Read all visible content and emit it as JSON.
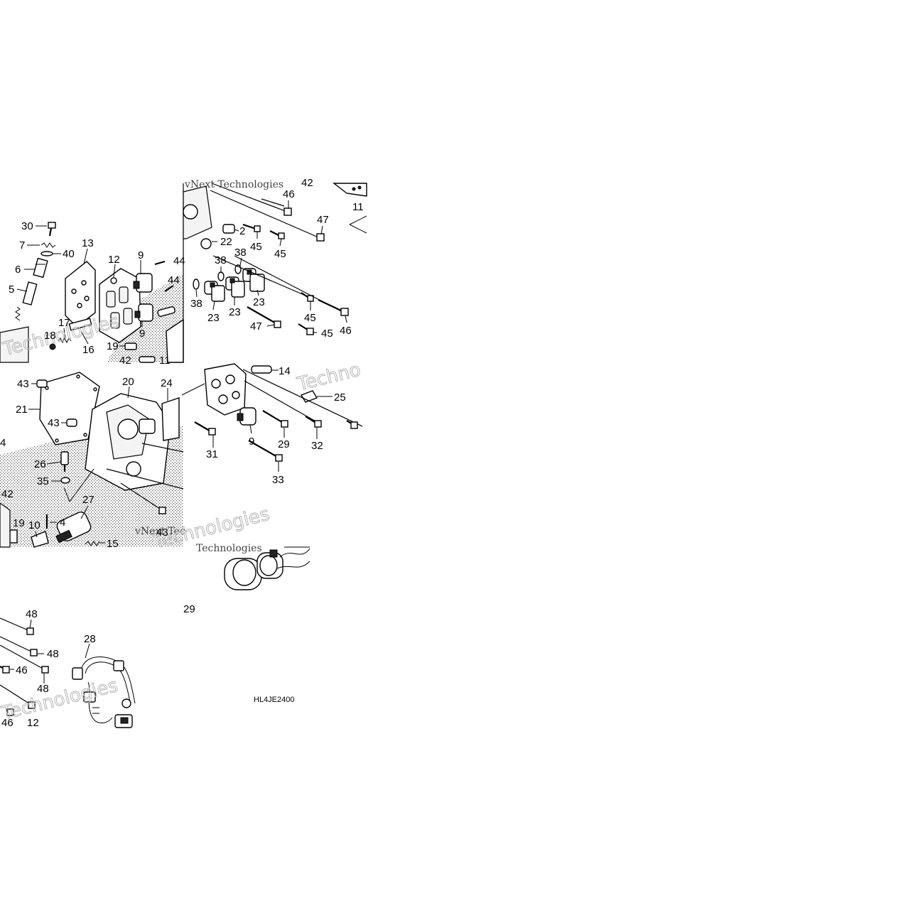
{
  "diagram": {
    "drawing_code": "HL4JE2400",
    "callouts": {
      "c30": "30",
      "c7": "7",
      "c40": "40",
      "c6": "6",
      "c5": "5",
      "c13": "13",
      "c12": "12",
      "c9a": "9",
      "c44a": "44",
      "c44b": "44",
      "c18": "18",
      "c17": "17",
      "c16": "16",
      "c19a": "19",
      "c42a": "42",
      "c11a": "11",
      "c9b": "9",
      "c46a": "46",
      "c42b": "42",
      "c11b": "11",
      "c47a": "47",
      "c2": "2",
      "c45a": "45",
      "c45b": "45",
      "c22": "22",
      "c38a": "38",
      "c38b": "38",
      "c38c": "38",
      "c23a": "23",
      "c23b": "23",
      "c23c": "23",
      "c45c": "45",
      "c46b": "46",
      "c47b": "47",
      "c45d": "45",
      "c14": "14",
      "c25": "25",
      "c9c": "9",
      "c29a": "29",
      "c32": "32",
      "c31": "31",
      "c33": "33",
      "c43a": "43",
      "c20": "20",
      "c24": "24",
      "c21": "21",
      "c43b": "43",
      "c26": "26",
      "c35": "35",
      "c27": "27",
      "c4a": "4",
      "c4b": "4",
      "c42c": "42",
      "c19b": "19",
      "c10": "10",
      "c15": "15",
      "c43c": "43",
      "c29b": "29",
      "c48a": "48",
      "c28": "28",
      "c48b": "48",
      "c46c": "46",
      "c48c": "48",
      "c46d": "46",
      "c12b": "12"
    }
  }
}
